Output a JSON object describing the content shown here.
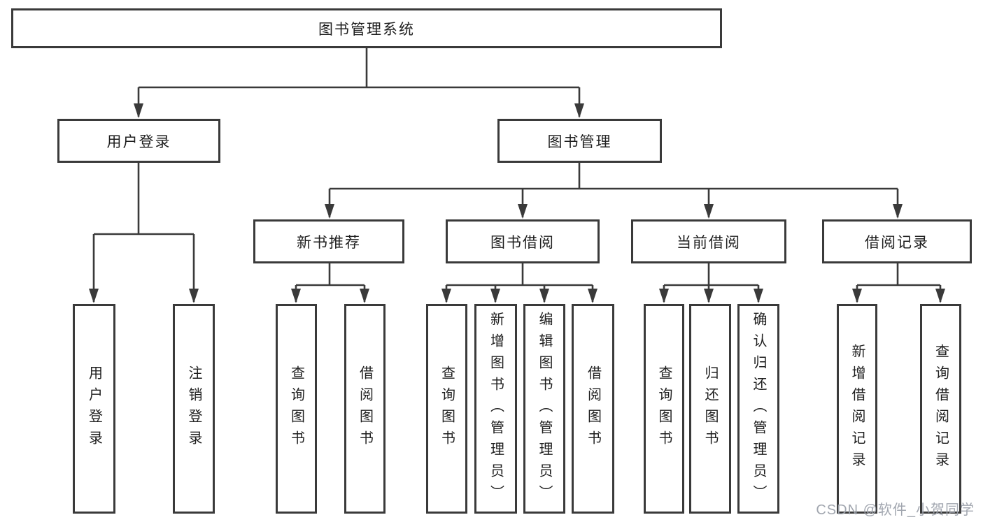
{
  "tree": {
    "label": "图书管理系统",
    "children": [
      {
        "label": "用户登录",
        "children": [
          {
            "label": "用户登录"
          },
          {
            "label": "注销登录"
          }
        ]
      },
      {
        "label": "图书管理",
        "children": [
          {
            "label": "新书推荐",
            "children": [
              {
                "label": "查询图书"
              },
              {
                "label": "借阅图书"
              }
            ]
          },
          {
            "label": "图书借阅",
            "children": [
              {
                "label": "查询图书"
              },
              {
                "label": "新增图书（管理员）"
              },
              {
                "label": "编辑图书（管理员）"
              },
              {
                "label": "借阅图书"
              }
            ]
          },
          {
            "label": "当前借阅",
            "children": [
              {
                "label": "查询图书"
              },
              {
                "label": "归还图书"
              },
              {
                "label": "确认归还（管理员）"
              }
            ]
          },
          {
            "label": "借阅记录",
            "children": [
              {
                "label": "新增借阅记录"
              },
              {
                "label": "查询借阅记录"
              }
            ]
          }
        ]
      }
    ]
  },
  "watermark": {
    "text": "CSDN @软件_小贺同学"
  },
  "colors": {
    "line": "#3a3a3a",
    "box_border": "#3a3a3a",
    "text": "#1e1e1e",
    "watermark": "#9ca1ab",
    "background": "#ffffff"
  }
}
